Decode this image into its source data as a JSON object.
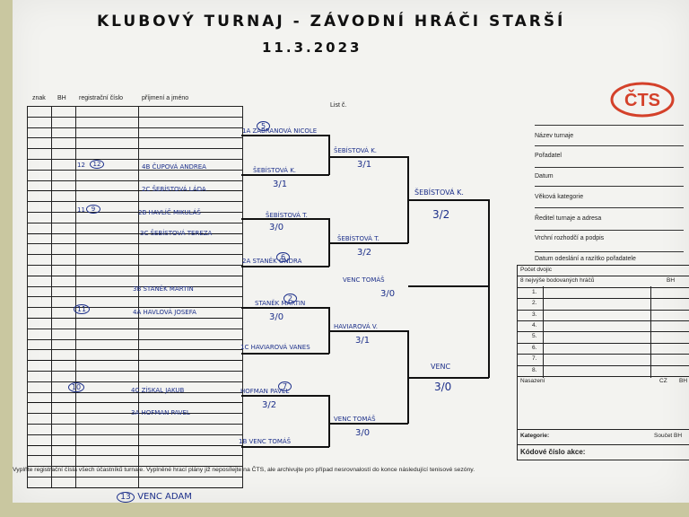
{
  "title": {
    "line1": "KLUBOVÝ TURNAJ - ZÁVODNÍ HRÁČI STARŠÍ",
    "date": "11.3.2023"
  },
  "roster_headers": {
    "znak": "znak",
    "bh": "BH",
    "reg": "registrační číslo",
    "name": "příjmení a jméno",
    "list": "List č."
  },
  "roster_notes": [
    {
      "bh": "12",
      "reg": "12"
    },
    {
      "bh": "11",
      "reg": "9"
    },
    {
      "reg": "11"
    },
    {
      "reg": "10"
    }
  ],
  "round1": [
    "1A ZÁBRANOVÁ NICOLE",
    "4B ČUPOVÁ ANDREA",
    "2C ŠEBÍSTOVÁ LÁDA",
    "2B HAVLÍČ MIKULÁŠ",
    "3C ŠEBÍSTOVÁ TEREZA",
    "2A STANĚK ONDRA",
    "3B STANĚK MARTIN",
    "4A HAVLOVÁ JOSEFA",
    "1C HAVIAROVÁ VANES",
    "4C ZÍSKAL JAKUB",
    "3A HOFMAN PAVEL",
    "1B VENC TOMÁŠ"
  ],
  "round1_marks": [
    "5",
    "6",
    "2",
    "7"
  ],
  "round2": [
    {
      "name": "ŠEBÍSTOVÁ K.",
      "score": "3/1"
    },
    {
      "name": "ŠEBÍSTOVÁ T.",
      "score": "3/0"
    },
    {
      "name": "STANĚK MARTIN",
      "score": "3/0"
    },
    {
      "name": "HOFMAN PAVEL",
      "score": "3/2"
    }
  ],
  "round3": [
    {
      "name": "ŠEBÍSTOVÁ K.",
      "score": "3/1"
    },
    {
      "name": "ŠEBÍSTOVÁ T.",
      "score": "3/2"
    },
    {
      "name": "HAVIAROVÁ V.",
      "score": "3/1"
    },
    {
      "name": "VENC TOMÁŠ",
      "score": "3/0"
    }
  ],
  "round4": [
    {
      "name": "ŠEBÍSTOVÁ K.",
      "score": "3/2"
    },
    {
      "name": "VENC TOMÁŠ",
      "score": "3/0"
    }
  ],
  "final": {
    "name": "VENC",
    "score": "3/0"
  },
  "info_fields": [
    "Název turnaje",
    "Pořadatel",
    "Datum",
    "Věková kategorie",
    "Ředitel turnaje a adresa",
    "Vrchní rozhodčí a podpis",
    "Datum odeslání a razítko pořadatele"
  ],
  "seeds": {
    "header1": "Počet dvojic",
    "header2": "8 nejvýše bodovaných hráčů",
    "bh": "BH",
    "nums": [
      "1.",
      "2.",
      "3.",
      "4.",
      "5.",
      "6.",
      "7.",
      "8."
    ],
    "nasazeni": "Nasazení",
    "cz": "CZ",
    "bh2": "BH",
    "kategorie": "Kategorie:",
    "soucet": "Součet BH",
    "kod": "Kódové číslo akce:"
  },
  "logo_text": "ČTS",
  "footer": "Vyplňte registrační čísla všech účastníků turnaje. Vyplněné hrací plány již neposílejte na ČTS, ale archivujte pro případ nesrovnalostí do konce následující tenisové sezóny.",
  "extra": {
    "num": "13",
    "name": "VENC ADAM"
  }
}
